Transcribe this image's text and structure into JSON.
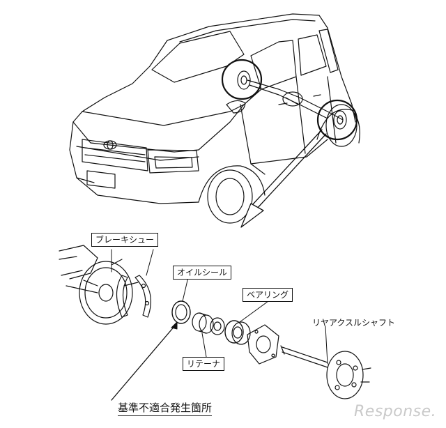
{
  "labels": {
    "brake_shoe": "ブレーキシュー",
    "oil_seal": "オイルシール",
    "bearing": "ベアリング",
    "rear_axle_shaft": "リヤアクスルシャフト",
    "retainer": "リテーナ",
    "nonconformity_location": "基準不適合発生箇所"
  },
  "watermark": {
    "brand": "Response",
    "suffix": "."
  },
  "colors": {
    "line": "#111111",
    "watermark": "#c9c9c9"
  }
}
